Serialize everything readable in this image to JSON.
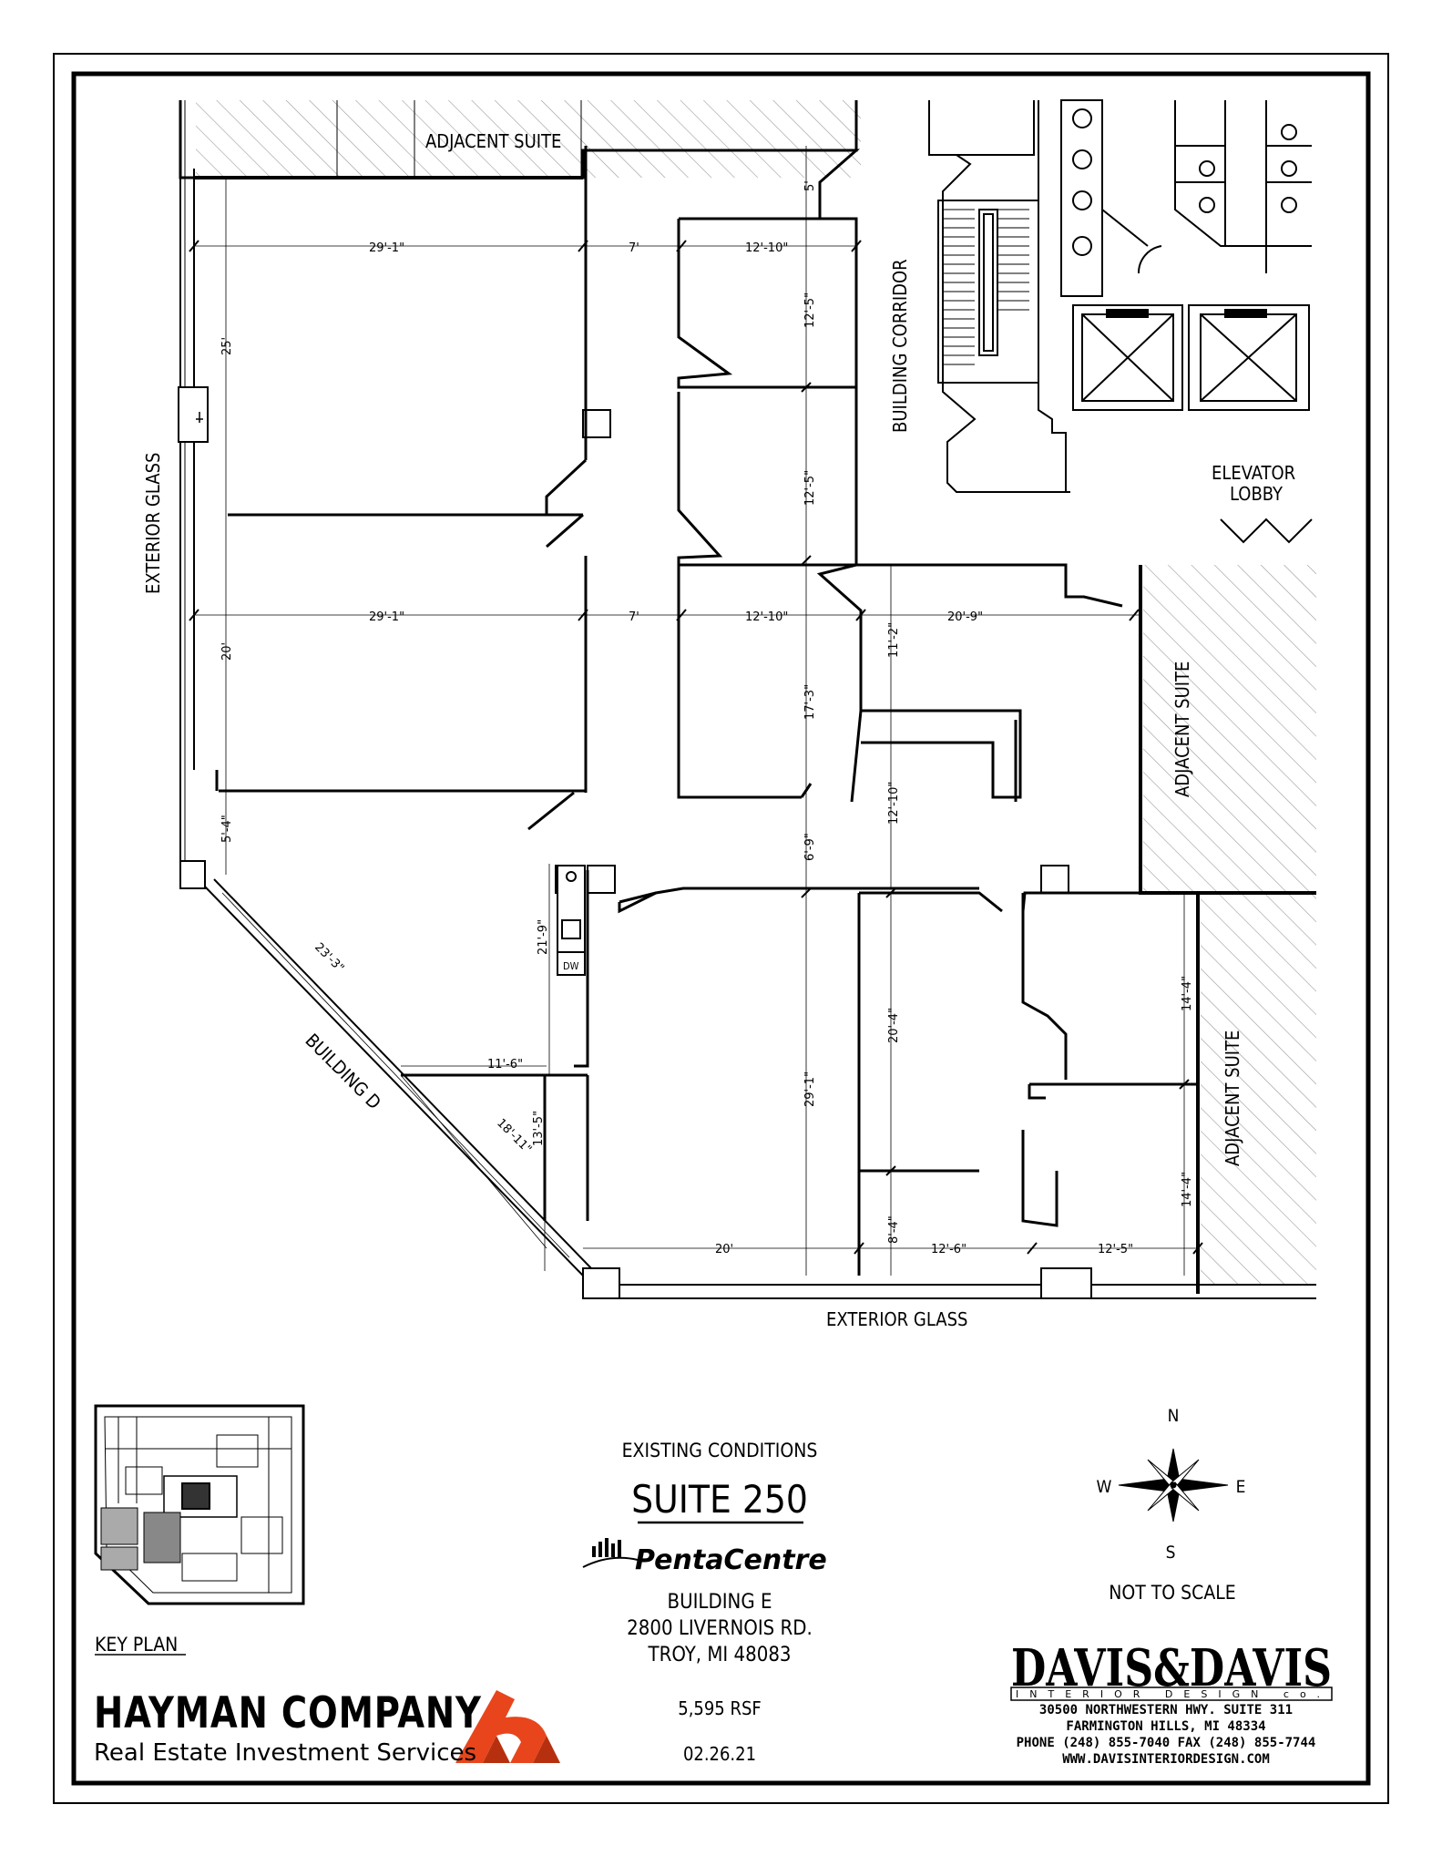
{
  "plan_labels": {
    "adjacent_suite": "ADJACENT SUITE",
    "building_corridor": "BUILDING CORRIDOR",
    "exterior_glass": "EXTERIOR GLASS",
    "elevator_lobby_line1": "ELEVATOR",
    "elevator_lobby_line2": "LOBBY",
    "building_d": "BUILDING D",
    "dw": "DW"
  },
  "dimensions": {
    "d_5ft": "5'",
    "d_29_1_top": "29'-1\"",
    "d_7_top": "7'",
    "d_12_10_top": "12'-10\"",
    "d_25": "25'",
    "d_12_5_a": "12'-5\"",
    "d_12_5_b": "12'-5\"",
    "d_29_1_mid": "29'-1\"",
    "d_7_mid": "7'",
    "d_12_10_mid": "12'-10\"",
    "d_20_9": "20'-9\"",
    "d_20": "20'",
    "d_11_2": "11'-2\"",
    "d_17_3": "17'-3\"",
    "d_12_10_v": "12'-10\"",
    "d_5_4": "5'-4\"",
    "d_6_9": "6'-9\"",
    "d_23_3": "23'-3\"",
    "d_21_9": "21'-9\"",
    "d_11_6": "11'-6\"",
    "d_18_11": "18'-11\"",
    "d_13_5": "13'-5\"",
    "d_20_4": "20'-4\"",
    "d_29_1_v": "29'-1\"",
    "d_14_4_a": "14'-4\"",
    "d_14_4_b": "14'-4\"",
    "d_8_4": "8'-4\"",
    "d_20_bottom": "20'",
    "d_12_6": "12'-6\"",
    "d_12_5_bottom": "12'-5\""
  },
  "key_plan": {
    "label": "KEY PLAN"
  },
  "title_block": {
    "heading": "EXISTING CONDITIONS",
    "suite": "SUITE 250",
    "brand": "PentaCentre",
    "building": "BUILDING E",
    "street": "2800 LIVERNOIS RD.",
    "city": "TROY, MI 48083",
    "area": "5,595 RSF",
    "date": "02.26.21"
  },
  "compass": {
    "n": "N",
    "s": "S",
    "e": "E",
    "w": "W",
    "scale_note": "NOT TO SCALE"
  },
  "hayman": {
    "name": "HAYMAN COMPANY",
    "tagline": "Real Estate Investment Services",
    "mark": "h"
  },
  "davis": {
    "logo_line1": "DAVIS&DAVIS",
    "logo_line2": "INTERIOR DESIGN co.",
    "address1": "30500 NORTHWESTERN HWY. SUITE 311",
    "address2": "FARMINGTON HILLS, MI 48334",
    "phone": "PHONE (248) 855-7040  FAX (248) 855-7744",
    "web": "WWW.DAVISINTERIORDESIGN.COM"
  },
  "colors": {
    "ink": "#000000",
    "hayman_red": "#e8451c",
    "hatch": "#9a9a9a"
  }
}
